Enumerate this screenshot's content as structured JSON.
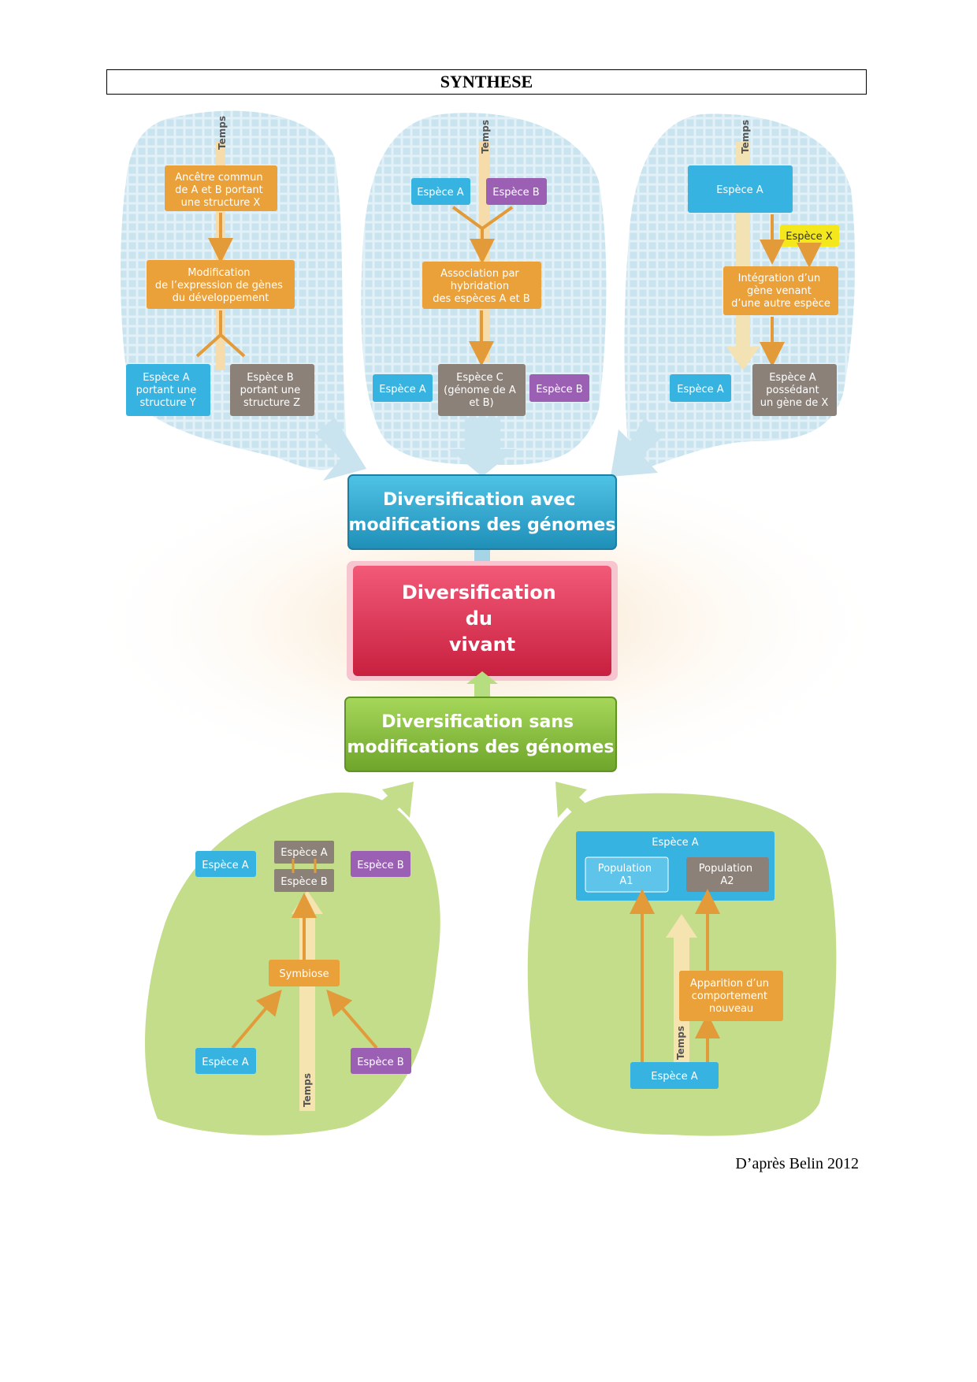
{
  "title": "SYNTHESE",
  "credit": "D’après Belin 2012",
  "temps": "Temps",
  "colors": {
    "orange": "#eba13a",
    "blue": "#36b3e1",
    "violet": "#9b5fb4",
    "brown": "#8c8178",
    "yellow": "#f4e81c",
    "cyan_main": "#2aa9cf",
    "red_main": "#e83a5b",
    "green_main": "#8cc53f",
    "blob_blue": "#c7e3ee",
    "blob_green": "#c4dd8a",
    "arrow": "#e39a39"
  },
  "p1": {
    "ancestor": [
      "Ancêtre commun",
      "de A et B portant",
      "une structure X"
    ],
    "modification": [
      "Modification",
      "de l’expression de gènes",
      "du développement"
    ],
    "species_a": [
      "Espèce A",
      "portant une",
      "structure Y"
    ],
    "species_b": [
      "Espèce B",
      "portant une",
      "structure Z"
    ]
  },
  "p2": {
    "species_a_top": "Espèce A",
    "species_b_top": "Espèce B",
    "hybridation": [
      "Association par",
      "hybridation",
      "des espèces A et B"
    ],
    "species_a_bottom": "Espèce A",
    "species_c": [
      "Espèce C",
      "(génome de A",
      "et B)"
    ],
    "species_b_bottom": "Espèce B"
  },
  "p3": {
    "species_a_top": "Espèce A",
    "species_x": "Espèce X",
    "integration": [
      "Intégration d’un",
      "gène venant",
      "d’une autre espèce"
    ],
    "species_a_bottom": "Espèce A",
    "species_a_gene": [
      "Espèce A",
      "possédant",
      "un gène de X"
    ]
  },
  "main": {
    "with": [
      "Diversification avec",
      "modifications des génomes"
    ],
    "center": [
      "Diversification",
      "du",
      "vivant"
    ],
    "without": [
      "Diversification sans",
      "modifications des génomes"
    ]
  },
  "p4": {
    "species_a_left": "Espèce A",
    "inner_a": "Espèce A",
    "inner_b": "Espèce B",
    "species_b_right": "Espèce B",
    "symbiose": "Symbiose",
    "species_a_bottom": "Espèce A",
    "species_b_bottom": "Espèce B"
  },
  "p5": {
    "species_a_header": "Espèce A",
    "population_a1": [
      "Population",
      "A1"
    ],
    "population_a2": [
      "Population",
      "A2"
    ],
    "behaviour": [
      "Apparition d’un",
      "comportement",
      "nouveau"
    ],
    "species_a_bottom": "Espèce A"
  }
}
